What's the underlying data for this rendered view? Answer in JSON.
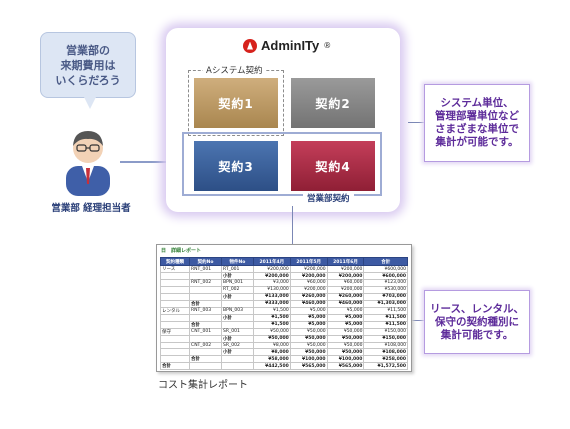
{
  "speech_bubble": {
    "lines": [
      "営業部の",
      "来期費用は",
      "いくらだろう"
    ]
  },
  "person": {
    "label": "営業部 経理担当者"
  },
  "logo": {
    "name": "AdminITy",
    "mark": "®"
  },
  "groups": {
    "a_system": "Aシステム契約",
    "sales_dept": "営業部契約"
  },
  "contracts": [
    "契約1",
    "契約2",
    "契約3",
    "契約4"
  ],
  "notes": {
    "top": [
      "システム単位、",
      "管理部署単位など",
      "さまざまな単位で",
      "集計が可能です。"
    ],
    "bottom": [
      "リース、レンタル、",
      "保守の契約種別に",
      "集計可能です。"
    ]
  },
  "report": {
    "title": "日　詳細レポート",
    "caption": "コスト集計レポート",
    "columns": [
      "契約種類",
      "契約No",
      "物件No",
      "2011年4月",
      "2011年5月",
      "2011年6月",
      "合計"
    ],
    "rows": [
      [
        "リース",
        "RNT_001",
        "RT_001",
        "¥200,000",
        "¥200,000",
        "¥200,000",
        "¥600,000"
      ],
      [
        "",
        "",
        "小計",
        "¥200,000",
        "¥200,000",
        "¥200,000",
        "¥600,000"
      ],
      [
        "",
        "RNT_002",
        "BPN_001",
        "¥3,000",
        "¥60,000",
        "¥60,000",
        "¥123,000"
      ],
      [
        "",
        "",
        "RT_002",
        "¥130,000",
        "¥200,000",
        "¥200,000",
        "¥530,000"
      ],
      [
        "",
        "",
        "小計",
        "¥133,000",
        "¥260,000",
        "¥260,000",
        "¥703,000"
      ],
      [
        "",
        "合計",
        "",
        "¥333,000",
        "¥460,000",
        "¥460,000",
        "¥1,303,000"
      ],
      [
        "レンタル",
        "RNT_003",
        "BPN_003",
        "¥1,500",
        "¥5,000",
        "¥5,000",
        "¥11,500"
      ],
      [
        "",
        "",
        "小計",
        "¥1,500",
        "¥5,000",
        "¥5,000",
        "¥11,500"
      ],
      [
        "",
        "合計",
        "",
        "¥1,500",
        "¥5,000",
        "¥5,000",
        "¥11,500"
      ],
      [
        "保守",
        "CNT_001",
        "SR_001",
        "¥50,000",
        "¥50,000",
        "¥50,000",
        "¥150,000"
      ],
      [
        "",
        "",
        "小計",
        "¥50,000",
        "¥50,000",
        "¥50,000",
        "¥150,000"
      ],
      [
        "",
        "CNT_002",
        "SR_002",
        "¥8,000",
        "¥50,000",
        "¥50,000",
        "¥108,000"
      ],
      [
        "",
        "",
        "小計",
        "¥8,000",
        "¥50,000",
        "¥50,000",
        "¥108,000"
      ],
      [
        "",
        "合計",
        "",
        "¥58,000",
        "¥100,000",
        "¥100,000",
        "¥258,000"
      ],
      [
        "合計",
        "",
        "",
        "¥442,500",
        "¥565,000",
        "¥565,000",
        "¥1,572,500"
      ]
    ]
  },
  "colors": {
    "accent_purple": "#5d2b9a",
    "panel_glow": "#d8c9f0",
    "sales_frame": "#9eacd4",
    "header_blue": "#3d5aa3"
  }
}
